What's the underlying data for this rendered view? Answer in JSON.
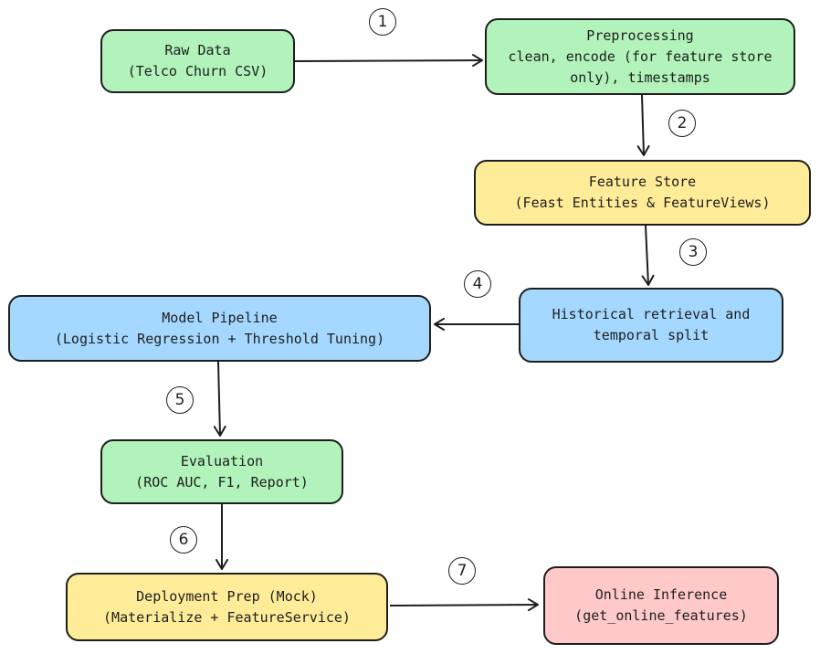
{
  "nodes": {
    "raw_data": {
      "line1": "Raw Data",
      "line2": "(Telco Churn CSV)"
    },
    "preprocessing": {
      "line1": "Preprocessing",
      "line2": "clean, encode (for feature store",
      "line3": "only), timestamps"
    },
    "feature_store": {
      "line1": "Feature Store",
      "line2": "(Feast Entities & FeatureViews)"
    },
    "historical_retrieval": {
      "line1": "Historical retrieval and",
      "line2": "temporal split"
    },
    "model_pipeline": {
      "line1": "Model Pipeline",
      "line2": "(Logistic Regression + Threshold Tuning)"
    },
    "evaluation": {
      "line1": "Evaluation",
      "line2": "(ROC AUC, F1, Report)"
    },
    "deployment_prep": {
      "line1": "Deployment Prep (Mock)",
      "line2": "(Materialize + FeatureService)"
    },
    "online_inference": {
      "line1": "Online Inference",
      "line2": "(get_online_features)"
    }
  },
  "steps": [
    "1",
    "2",
    "3",
    "4",
    "5",
    "6",
    "7"
  ],
  "colors": {
    "green": "#b2f2bb",
    "yellow": "#ffec99",
    "blue": "#a5d8ff",
    "red": "#ffc9c9",
    "stroke": "#1e1e1e"
  }
}
